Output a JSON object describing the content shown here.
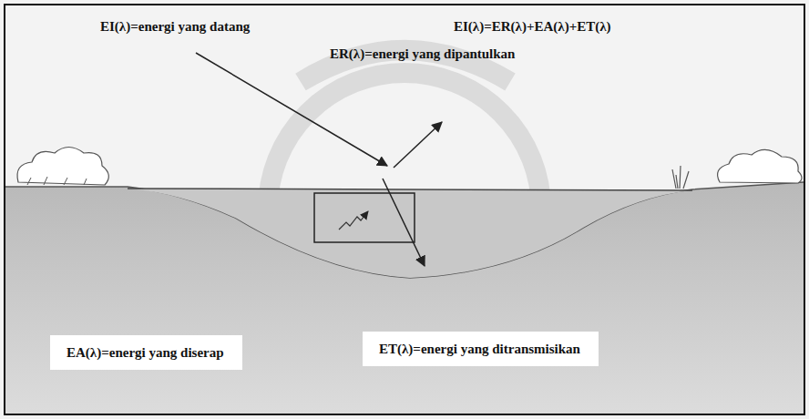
{
  "diagram": {
    "nodes": [
      {
        "text": [
          "EA(λ)=energi yang diserap"
        ]
      },
      {
        "text": [
          "ET(λ)=energi yang ditransmisikan"
        ]
      }
    ],
    "labels": [
      "EI(λ)=energi yang datang",
      "EI(λ)=ER(λ)+EA(λ)+ET(λ)",
      "ER(λ)=energi yang dipantulkan"
    ]
  }
}
